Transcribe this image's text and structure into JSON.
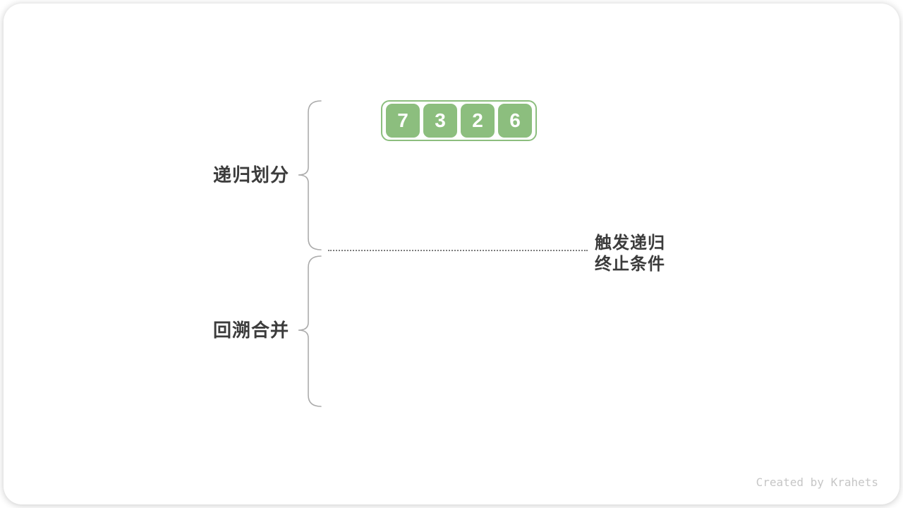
{
  "figure": {
    "array": {
      "values": [
        "7",
        "3",
        "2",
        "6"
      ]
    },
    "labels": {
      "phase_top": "递归划分",
      "phase_bottom": "回溯合并",
      "annotation_line1": "触发递归",
      "annotation_line2": "终止条件"
    },
    "watermark": "Created by Krahets",
    "colors": {
      "array_green": "#8CBE7E",
      "label_text": "#3C3C3C",
      "brace_gray": "#ABABAB",
      "dotted_line": "#7D7D7D",
      "watermark_gray": "#C6C6C6"
    }
  }
}
